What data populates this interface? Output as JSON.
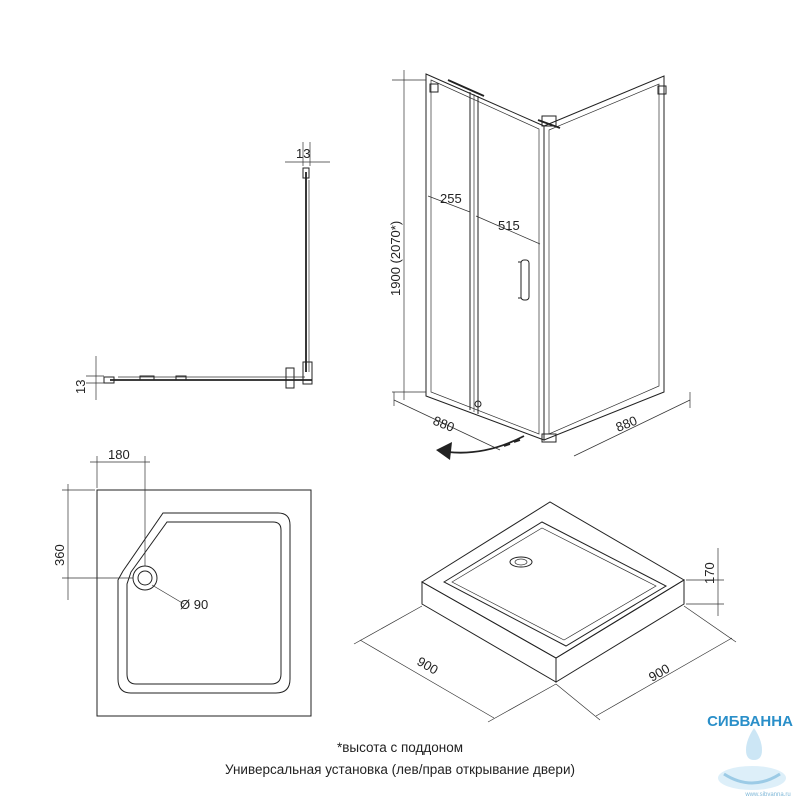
{
  "enclosure_top_view": {
    "dim_top": "13",
    "dim_left": "13"
  },
  "enclosure_3d": {
    "height": "1900 (2070*)",
    "fixed_panel": "255",
    "door_opening": "515",
    "depth_left": "880",
    "depth_right": "880"
  },
  "tray_plan": {
    "dim_corner_x": "180",
    "dim_corner_y": "360",
    "drain_diameter": "Ø 90"
  },
  "tray_3d": {
    "height": "170",
    "width_left": "900",
    "width_right": "900"
  },
  "notes": {
    "height_note": "*высота с поддоном",
    "install_note": "Универсальная установка (лев/прав открывание двери)"
  },
  "logo": {
    "brand": "СИБВАННА",
    "url": "www.sibvanna.ru"
  }
}
